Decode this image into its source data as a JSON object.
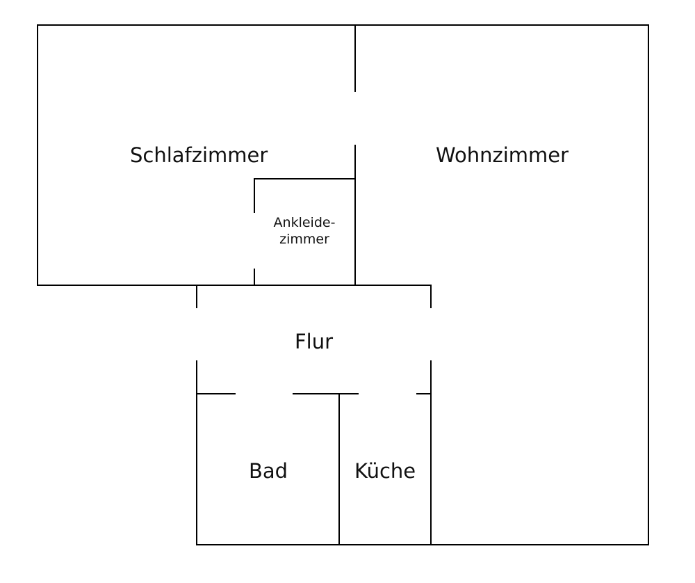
{
  "floor_plan": {
    "rooms": {
      "schlafzimmer": "Schlafzimmer",
      "wohnzimmer": "Wohnzimmer",
      "ankleidezimmer_line1": "Ankleide-",
      "ankleidezimmer_line2": "zimmer",
      "flur": "Flur",
      "bad": "Bad",
      "kueche": "Küche"
    },
    "colors": {
      "wall": "#000000",
      "background": "#ffffff"
    }
  }
}
